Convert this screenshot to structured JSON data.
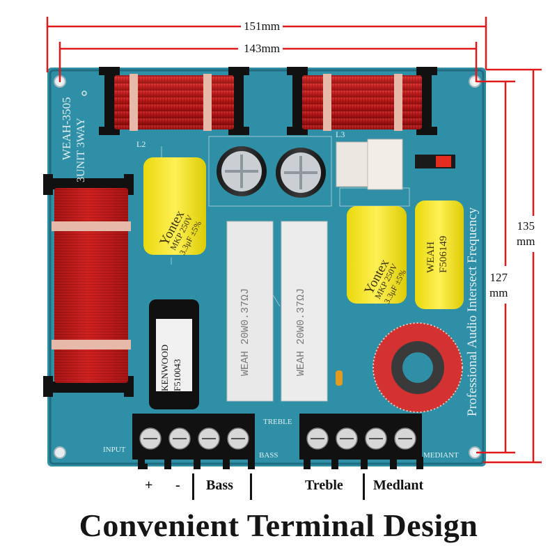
{
  "dimensions": {
    "outer_width": "151mm",
    "inner_width": "143mm",
    "outer_height_value": "135",
    "outer_height_unit": "mm",
    "inner_height_value": "127",
    "inner_height_unit": "mm",
    "line_color": "#e01a1a"
  },
  "board": {
    "model": "WEAH-3505",
    "config": "3UNIT 3WAY",
    "side_text": "Professional Audio Intersect Frequency",
    "pcb_color": "#2f8fa6",
    "coil_labels": [
      "L2",
      "L3"
    ],
    "capacitor_brand": "Yontex",
    "capacitor_spec": "MKP 250V",
    "capacitor_value": "3.3μF ±5%",
    "resistor_print": "WEAH 20W0.37ΩJ",
    "small_cap_brand": "KENWOOD",
    "small_cap_code": "F510043",
    "weah_cap_brand": "WEAH",
    "weah_cap_code": "F506149",
    "silk_input": "INPUT",
    "silk_bass": "BASS",
    "silk_treble": "TREBLE",
    "silk_mediant": "MEDIANT"
  },
  "terminals": {
    "plus": "+",
    "minus": "-",
    "bass": "Bass",
    "treble": "Treble",
    "medlant": "Medlant"
  },
  "headline": "Convenient Terminal Design"
}
